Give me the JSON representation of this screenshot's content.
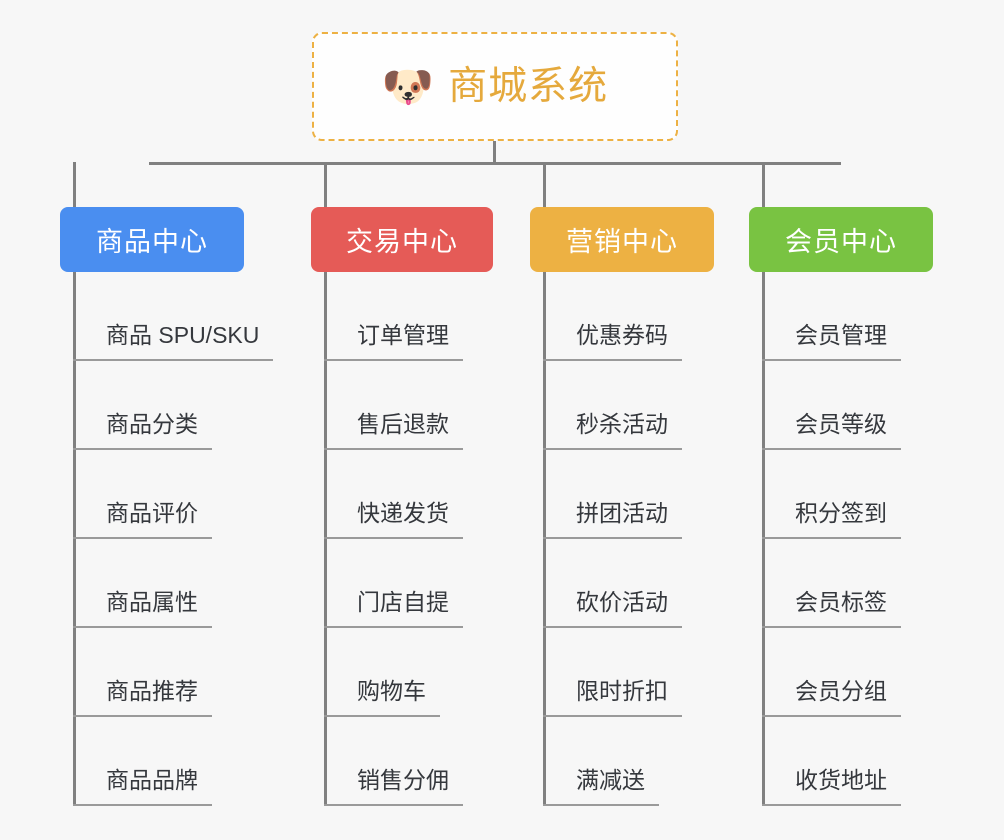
{
  "page": {
    "background_color": "#f7f7f7",
    "type": "mindmap-tree"
  },
  "root": {
    "icon": "dog-face-icon",
    "emoji": "🐶",
    "title": "商城系统",
    "border_color": "#edb143",
    "text_color": "#e5a93c"
  },
  "connector_color": "#808080",
  "branches": [
    {
      "label": "商品中心",
      "color": "#4a8ef0",
      "items": [
        "商品 SPU/SKU",
        "商品分类",
        "商品评价",
        "商品属性",
        "商品推荐",
        "商品品牌"
      ]
    },
    {
      "label": "交易中心",
      "color": "#e55b57",
      "items": [
        "订单管理",
        "售后退款",
        "快递发货",
        "门店自提",
        "购物车",
        "销售分佣"
      ]
    },
    {
      "label": "营销中心",
      "color": "#edb143",
      "items": [
        "优惠券码",
        "秒杀活动",
        "拼团活动",
        "砍价活动",
        "限时折扣",
        "满减送"
      ]
    },
    {
      "label": "会员中心",
      "color": "#79c342",
      "items": [
        "会员管理",
        "会员等级",
        "积分签到",
        "会员标签",
        "会员分组",
        "收货地址"
      ]
    }
  ]
}
